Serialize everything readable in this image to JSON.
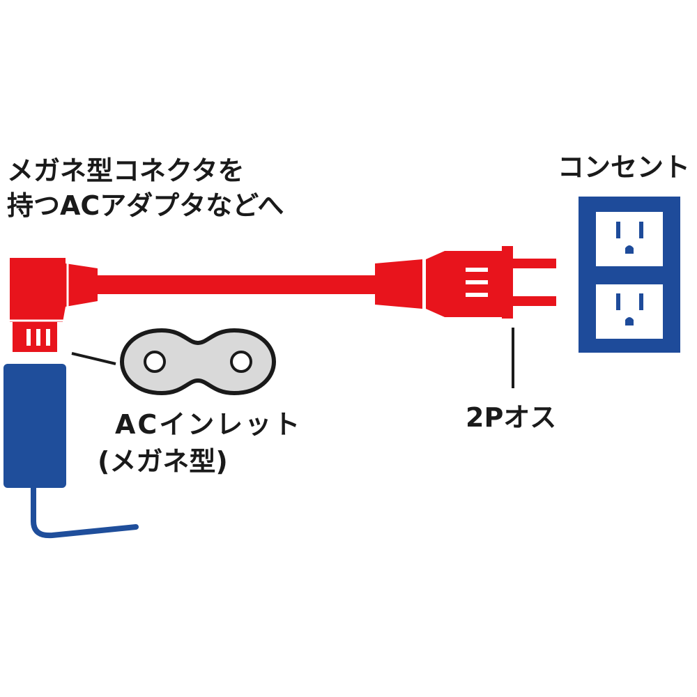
{
  "labels": {
    "adapter_line1": "メガネ型コネクタを",
    "adapter_line2": "持つACアダプタなどへ",
    "outlet": "コンセント",
    "inlet_line1": "ACインレット",
    "inlet_line2": "(メガネ型)",
    "plug": "2Pオス"
  },
  "colors": {
    "cable_red": "#e8141c",
    "outlet_blue": "#1e4b9a",
    "adapter_blue": "#1f4e9b",
    "inlet_gray": "#d9d9d9",
    "ink": "#1a1a1a"
  },
  "icons": {
    "adapter_body": "ac-adapter-icon",
    "l_connector": "l-shaped-figure8-connector-icon",
    "cable": "red-power-cable",
    "plug": "2-pin-plug-icon",
    "outlet": "dual-wall-outlet-icon",
    "inlet": "figure8-inlet-icon"
  }
}
